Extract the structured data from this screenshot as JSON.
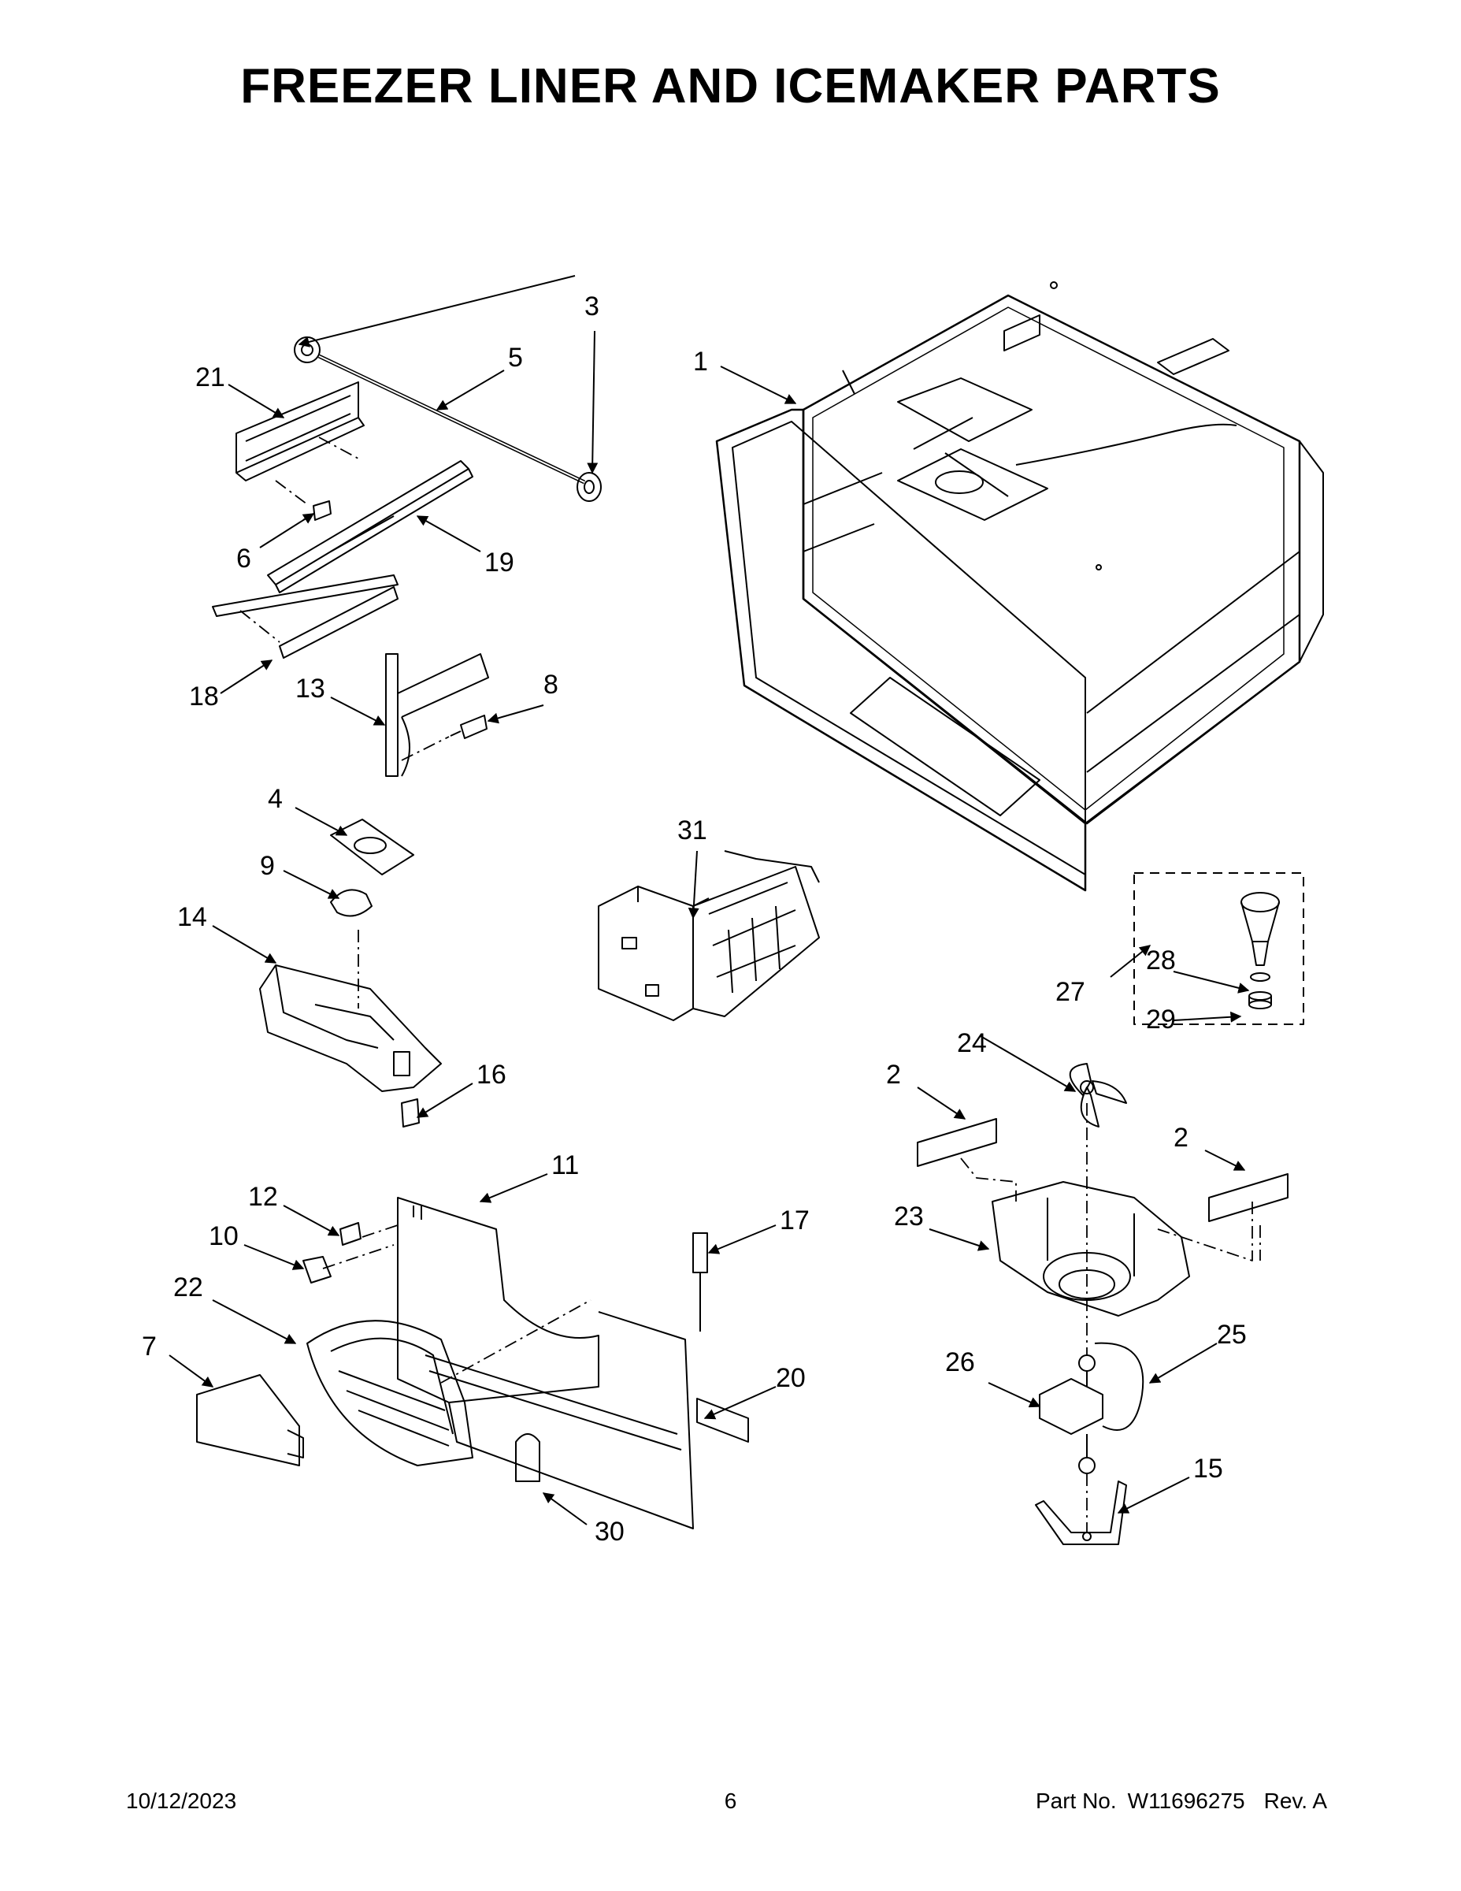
{
  "title": "FREEZER LINER AND ICEMAKER PARTS",
  "callouts": [
    "1",
    "2",
    "2",
    "3",
    "4",
    "5",
    "6",
    "7",
    "8",
    "9",
    "10",
    "11",
    "12",
    "13",
    "14",
    "15",
    "16",
    "17",
    "18",
    "19",
    "20",
    "21",
    "22",
    "23",
    "24",
    "25",
    "26",
    "27",
    "28",
    "29",
    "30",
    "31"
  ],
  "footer": {
    "date": "10/12/2023",
    "page": "6",
    "part_label": "Part No.",
    "part_number": "W11696275",
    "revision": "Rev. A"
  }
}
